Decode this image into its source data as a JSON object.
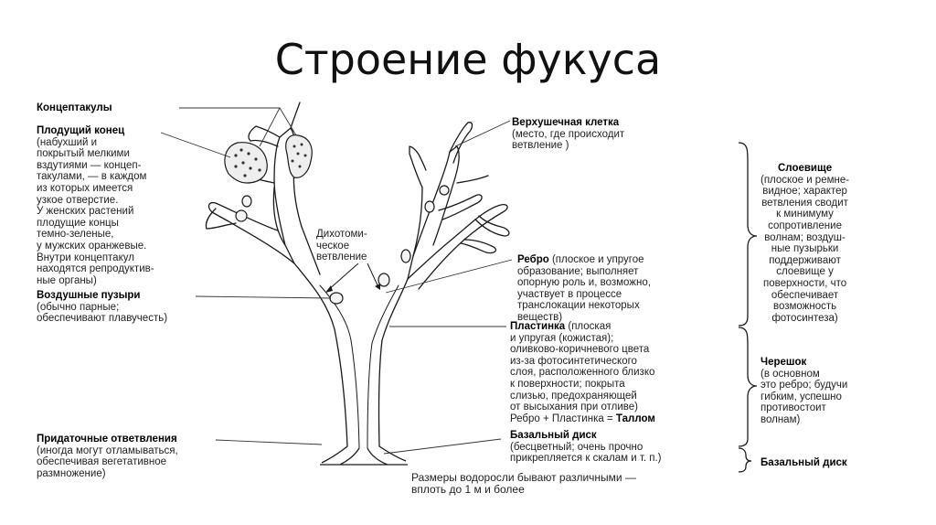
{
  "title": "Строение фукуса",
  "labels": {
    "conceptacles": {
      "head": "Концептакулы"
    },
    "fruiting_end": {
      "head": "Плодущий конец",
      "body": "(набухший и\nпокрытый мелкими\nвздутиями — концеп-\nтакулами, — в каждом\nиз которых имеется\nузкое отверстие.\nУ женских растений\nплодущие концы\nтемно-зеленые,\nу мужских оранжевые.\nВнутри концептакул\nнаходятся репродуктив-\nные органы)"
    },
    "air_bladders": {
      "head": "Воздушные пузыри",
      "body": "(обычно парные;\nобеспечивают плавучесть)"
    },
    "accessory_branches": {
      "head": "Придаточные ответвления",
      "body": "(иногда могут отламываться,\nобеспечивая вегетативное\nразмножение)"
    },
    "dichotomous": {
      "body": "Дихотоми-\nческое\nветвление"
    },
    "apical_cell": {
      "head": "Верхушечная клетка",
      "body": "(место, где происходит\nветвление )"
    },
    "midrib": {
      "head": "Ребро",
      "head_tail": " (плоское и упругое",
      "body": "образование; выполняет\nопорную роль и, возможно,\nучаствует в процессе\nтранслокации некоторых\nвеществ)"
    },
    "lamina": {
      "head": "Пластинка",
      "head_tail": " (плоская",
      "body": "и упругая (кожистая);\nоливково-коричневого цвета\nиз-за фотосинтетического\nслоя, расположенного близко\nк поверхности; покрыта\nслизью, предохраняющей\nот высыхания при отливе)",
      "formula": "Ребро + Пластинка = ",
      "formula_bold": "Таллом"
    },
    "basal_disc": {
      "head": "Базальный диск",
      "body": "(бесцветный; очень прочно\nприкрепляется к скалам и т. п.)"
    },
    "size_note": {
      "body": "Размеры водоросли бывают различными —\nвплоть до 1 м и более"
    },
    "thallus_right": {
      "head": "Слоевище",
      "body": "(плоское и ремне-\nвидное; характер\nветвления сводит\nк минимуму\nсопротивление\nволнам; воздуш-\nные пузырьки\nподдерживают\nслоевище у\nповерхности, что\nобеспечивает\nвозможность\nфотосинтеза)"
    },
    "stipe_right": {
      "head": "Черешок",
      "body": "(в основном\nэто ребро; будучи\nгибким, успешно\nпротивостоит\nволнам)"
    },
    "basal_right": {
      "head": "Базальный диск"
    }
  },
  "colors": {
    "ink": "#1a1a1a",
    "text": "#222222",
    "background": "#ffffff"
  }
}
